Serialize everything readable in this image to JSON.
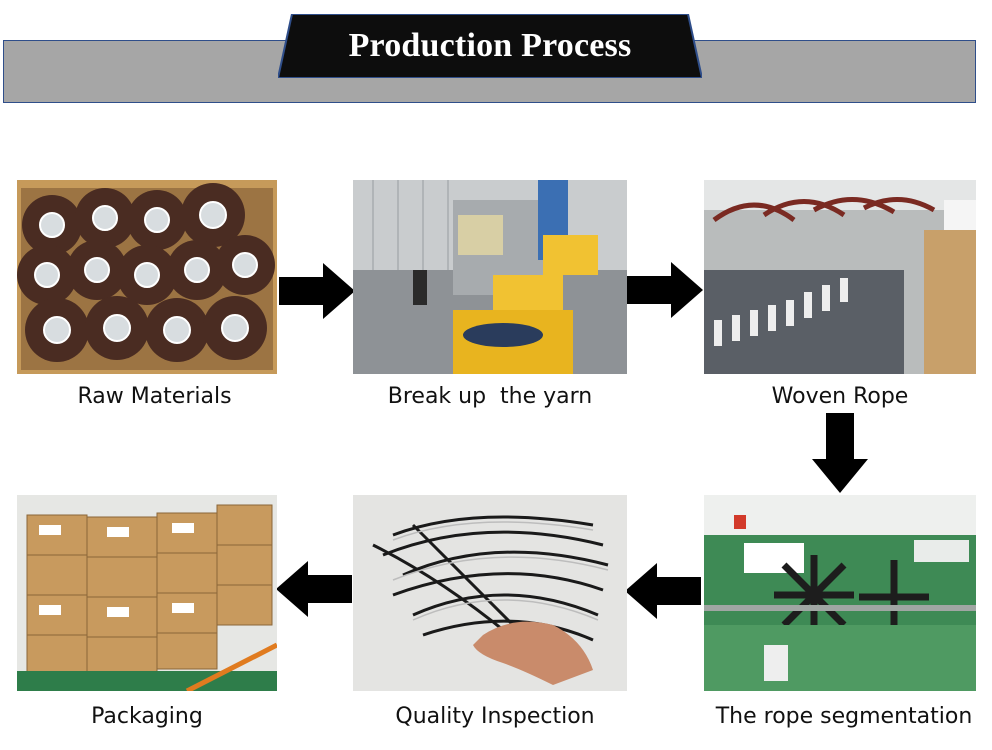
{
  "title": "Production Process",
  "steps": [
    {
      "label": "Raw Materials"
    },
    {
      "label": "Break up  the yarn"
    },
    {
      "label": "Woven Rope"
    },
    {
      "label": "The rope segmentation"
    },
    {
      "label": "Quality Inspection"
    },
    {
      "label": "Packaging"
    }
  ],
  "colors": {
    "banner_fill": "#a6a6a6",
    "banner_border": "#2f4e8a",
    "title_tab": "#0d0d0d",
    "arrow": "#000000"
  },
  "arrows": [
    "right",
    "right",
    "down",
    "left",
    "left"
  ]
}
